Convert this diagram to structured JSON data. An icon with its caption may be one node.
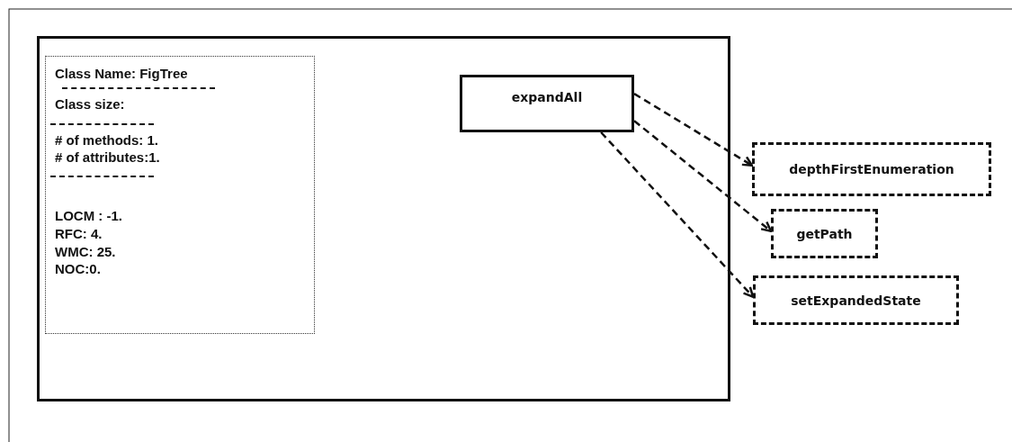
{
  "diagram": {
    "nodes": [
      {
        "text": [],
        "shape": "box"
      },
      {
        "text": [
          "Class Name: FigTree",
          "Class size:",
          "# of methods: 1.",
          "# of attributes:1.",
          "LOCM : -1.",
          "RFC: 4.",
          "WMC: 25.",
          "NOC:0."
        ],
        "in": 0
      },
      {
        "text": [
          "expandAll"
        ],
        "in": 0
      },
      {
        "text": [
          "depthFirstEnumeration"
        ]
      },
      {
        "text": [
          "getPath"
        ]
      },
      {
        "text": [
          "setExpandedState"
        ]
      }
    ],
    "edges": [
      {
        "from": 2,
        "to": 3,
        "arrow": "to",
        "style": "dashed"
      },
      {
        "from": 2,
        "to": 4,
        "arrow": "to",
        "style": "dashed"
      },
      {
        "from": 2,
        "to": 5,
        "arrow": "to",
        "style": "dashed"
      }
    ]
  }
}
